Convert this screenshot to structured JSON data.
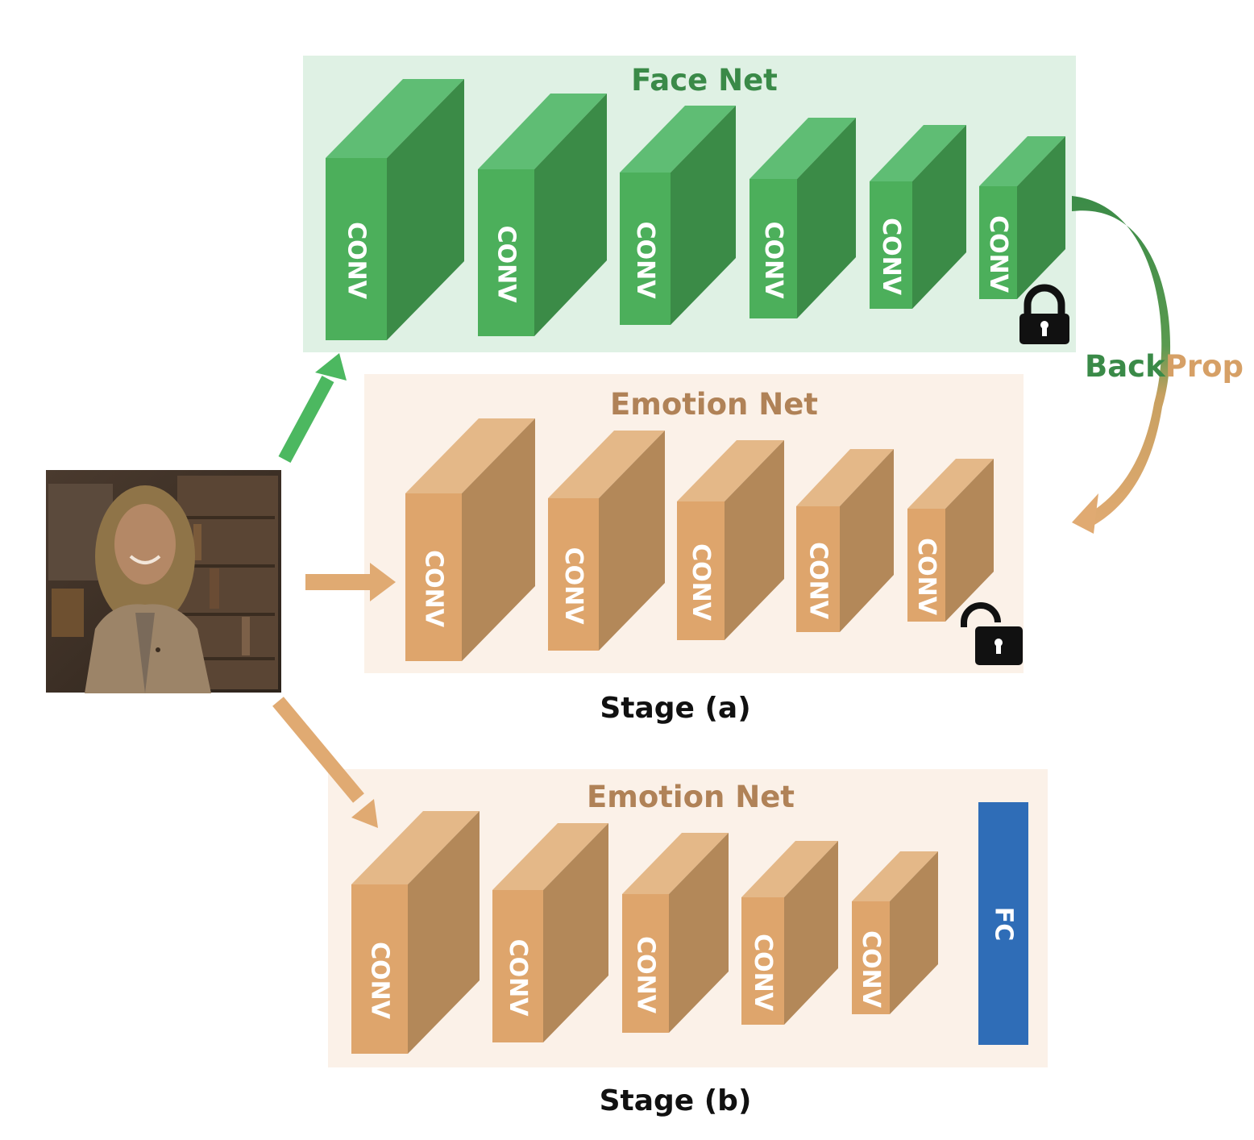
{
  "colors": {
    "green_panel_bg": "#dff1e4",
    "green_front": "#4caf5b",
    "green_top": "#5fbd74",
    "green_side": "#3b8b47",
    "green_title": "#3a8a48",
    "tan_panel_bg": "#fbf1e8",
    "tan_front": "#dea56c",
    "tan_top": "#e4b888",
    "tan_side": "#b38859",
    "tan_title": "#b08257",
    "fc_blue": "#2f6db7",
    "green_arrow": "#4cb860",
    "tan_arrow": "#e0aa72"
  },
  "face_net": {
    "title": "Face Net",
    "layer_label": "CONV",
    "layer_count": 6,
    "lock_icon": "lock-closed-icon"
  },
  "emotion_net_a": {
    "title": "Emotion Net",
    "layer_label": "CONV",
    "layer_count": 5,
    "lock_icon": "lock-open-icon"
  },
  "emotion_net_b": {
    "title": "Emotion Net",
    "layer_label": "CONV",
    "layer_count": 5,
    "fc_label": "FC"
  },
  "stage_a_label": "Stage (a)",
  "stage_b_label": "Stage (b)",
  "backprop": {
    "part1": "Back",
    "part2": "Prop"
  },
  "input_image": {
    "icon": "face-photo"
  }
}
